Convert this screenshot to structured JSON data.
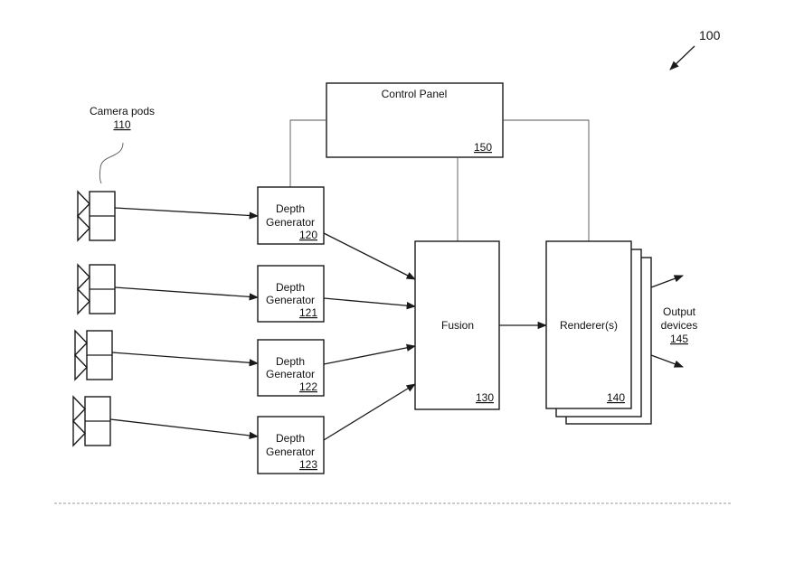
{
  "figure": {
    "ref_number": "100",
    "control_panel": {
      "label": "Control Panel",
      "ref": "150"
    },
    "camera_pods": {
      "label": "Camera pods",
      "ref": "110"
    },
    "depth_generators": [
      {
        "line1": "Depth",
        "line2": "Generator",
        "ref": "120"
      },
      {
        "line1": "Depth",
        "line2": "Generator",
        "ref": "121"
      },
      {
        "line1": "Depth",
        "line2": "Generator",
        "ref": "122"
      },
      {
        "line1": "Depth",
        "line2": "Generator",
        "ref": "123"
      }
    ],
    "fusion": {
      "label": "Fusion",
      "ref": "130"
    },
    "renderers": {
      "label": "Renderer(s)",
      "ref": "140"
    },
    "output": {
      "line1": "Output",
      "line2": "devices",
      "ref": "145"
    }
  }
}
